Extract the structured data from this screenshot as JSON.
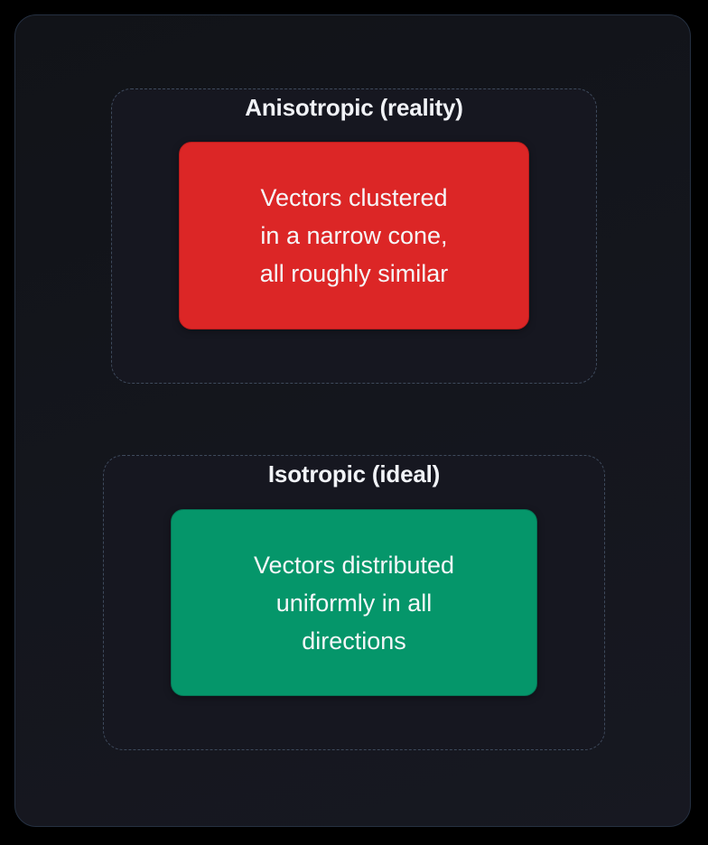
{
  "diagram": {
    "type": "flowchart-subgraphs",
    "colors": {
      "background": "#000000",
      "card_background": "#14161d",
      "card_border": "#253041",
      "subgraph_border": "#3e4a5c",
      "subgraph_background": "#161720",
      "anisotropic_node": "#dc2626",
      "isotropic_node": "#05966a",
      "text": "#f1f3f7"
    },
    "subgraphs": [
      {
        "title": "Anisotropic (reality)",
        "node": {
          "text": "Vectors clustered\nin a narrow cone,\nall roughly similar",
          "color": "#dc2626"
        }
      },
      {
        "title": "Isotropic (ideal)",
        "node": {
          "text": "Vectors distributed\nuniformly in all\ndirections",
          "color": "#05966a"
        }
      }
    ],
    "edges": []
  }
}
